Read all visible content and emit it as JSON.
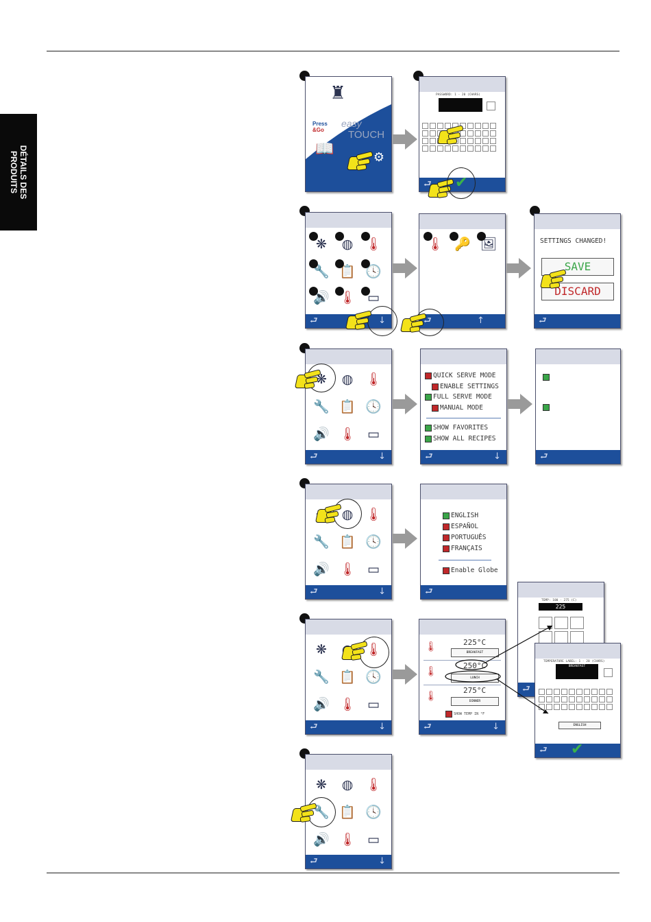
{
  "side_tab": {
    "line1": "DÉTAILS DES",
    "line2": "PRODUITS"
  },
  "home_screen": {
    "brand_press": "Press",
    "brand_go": "&Go",
    "brand_easy": "easy",
    "brand_touch": "TOUCH"
  },
  "password_screen": {
    "prompt": "PASSWORD: 1 - 20 (CHARS)"
  },
  "settings_changed_screen": {
    "title": "SETTINGS CHANGED!",
    "save_label": "SAVE",
    "discard_label": "DISCARD"
  },
  "mode_menu": {
    "quick_serve": "QUICK SERVE MODE",
    "enable_settings": "ENABLE SETTINGS",
    "full_serve": "FULL SERVE MODE",
    "manual_mode": "MANUAL MODE",
    "show_favorites": "SHOW FAVORITES",
    "show_all_recipes": "SHOW ALL RECIPES"
  },
  "language_menu": {
    "english": "ENGLISH",
    "espanol": "ESPAÑOL",
    "portugues": "PORTUGUÊS",
    "francais": "FRANÇAIS",
    "enable_globe": "Enable Globe"
  },
  "temperature_screen": {
    "temp1": "225°C",
    "label1": "BREAKFAST",
    "temp2": "250°C",
    "label2": "LUNCH",
    "temp3": "275°C",
    "label3": "DINNER",
    "show_temp": "SHOW TEMP IN °F"
  },
  "temp_entry_screen": {
    "prompt": "TEMP: 100 - 275 (C)",
    "value": "225"
  },
  "temp_label_screen": {
    "prompt": "TEMPERATURE LABEL: 1 - 20 (CHARS)",
    "value": "BREAKFAST",
    "lang_key": "ENGLISH"
  }
}
